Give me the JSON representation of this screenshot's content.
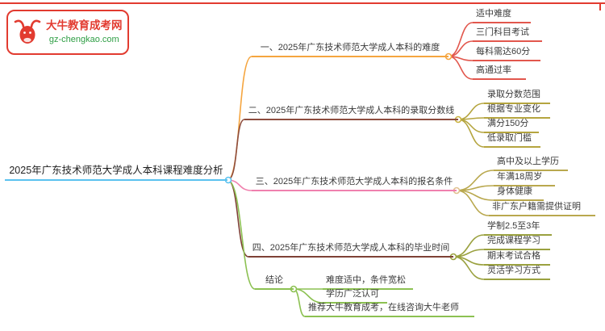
{
  "logo": {
    "site_name": "大牛教育成考网",
    "site_url": "gz-chengkao.com"
  },
  "root": {
    "label": "2025年广东技术师范大学成人本科课程难度分析"
  },
  "branches": [
    {
      "label": "一、2025年广东技术师范大学成人本科的难度",
      "children": [
        "适中难度",
        "三门科目考试",
        "每科需达60分",
        "高通过率"
      ]
    },
    {
      "label": "二、2025年广东技术师范大学成人本科的录取分数线",
      "children": [
        "录取分数范围",
        "根据专业变化",
        "满分150分",
        "低录取门槛"
      ]
    },
    {
      "label": "三、2025年广东技术师范大学成人本科的报名条件",
      "children": [
        "高中及以上学历",
        "年满18周岁",
        "身体健康",
        "非广东户籍需提供证明"
      ]
    },
    {
      "label": "四、2025年广东技术师范大学成人本科的毕业时间",
      "children": [
        "学制2.5至3年",
        "完成课程学习",
        "期末考试合格",
        "灵活学习方式"
      ]
    },
    {
      "label": "结论",
      "children": [
        "难度适中，条件宽松",
        "学历广泛认可",
        "推荐大牛教育成考，在线咨询大牛老师"
      ]
    }
  ],
  "colors": {
    "brand_red": "#e23b30",
    "brand_green": "#2e9e44",
    "root_underline": "#5bc2ef",
    "branch_underlines": [
      "#f5a53f",
      "#8e4d3e",
      "#f080ae",
      "#7e4136",
      "#8cc152"
    ],
    "leaf_underlines": [
      "#e2574d",
      "#b5a53f",
      "#b9a84e",
      "#9aa13f",
      "#8cc152"
    ]
  }
}
